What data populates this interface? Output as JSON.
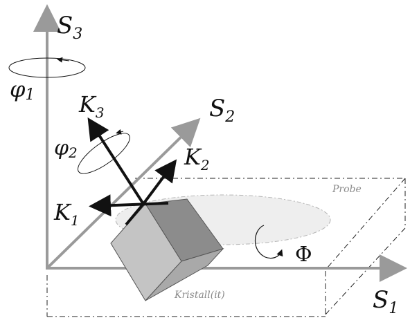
{
  "labels": {
    "s3": {
      "main": "S",
      "sub": "3"
    },
    "s2": {
      "main": "S",
      "sub": "2"
    },
    "s1": {
      "main": "S",
      "sub": "1"
    },
    "k3": {
      "main": "K",
      "sub": "3"
    },
    "k2": {
      "main": "K",
      "sub": "2"
    },
    "k1": {
      "main": "K",
      "sub": "1"
    },
    "phi1": {
      "main": "φ",
      "sub": "1"
    },
    "phi2": {
      "main": "φ",
      "sub": "2"
    },
    "Phi": "Φ",
    "probe": "Probe",
    "kristall": "Kristall(it)"
  },
  "colors": {
    "axis_gray": "#9a9a9a",
    "crystal_axis": "#111111",
    "cube_front": "#c4c4c4",
    "cube_top": "#8c8c8c",
    "cube_bottom": "#a9a9a9",
    "ellipse_fill": "#eeeeee"
  },
  "icons": {
    "rotation_phi1": "rotation-arrow-icon",
    "rotation_phi2": "rotation-arrow-icon",
    "rotation_Phi": "rotation-arrow-icon"
  }
}
